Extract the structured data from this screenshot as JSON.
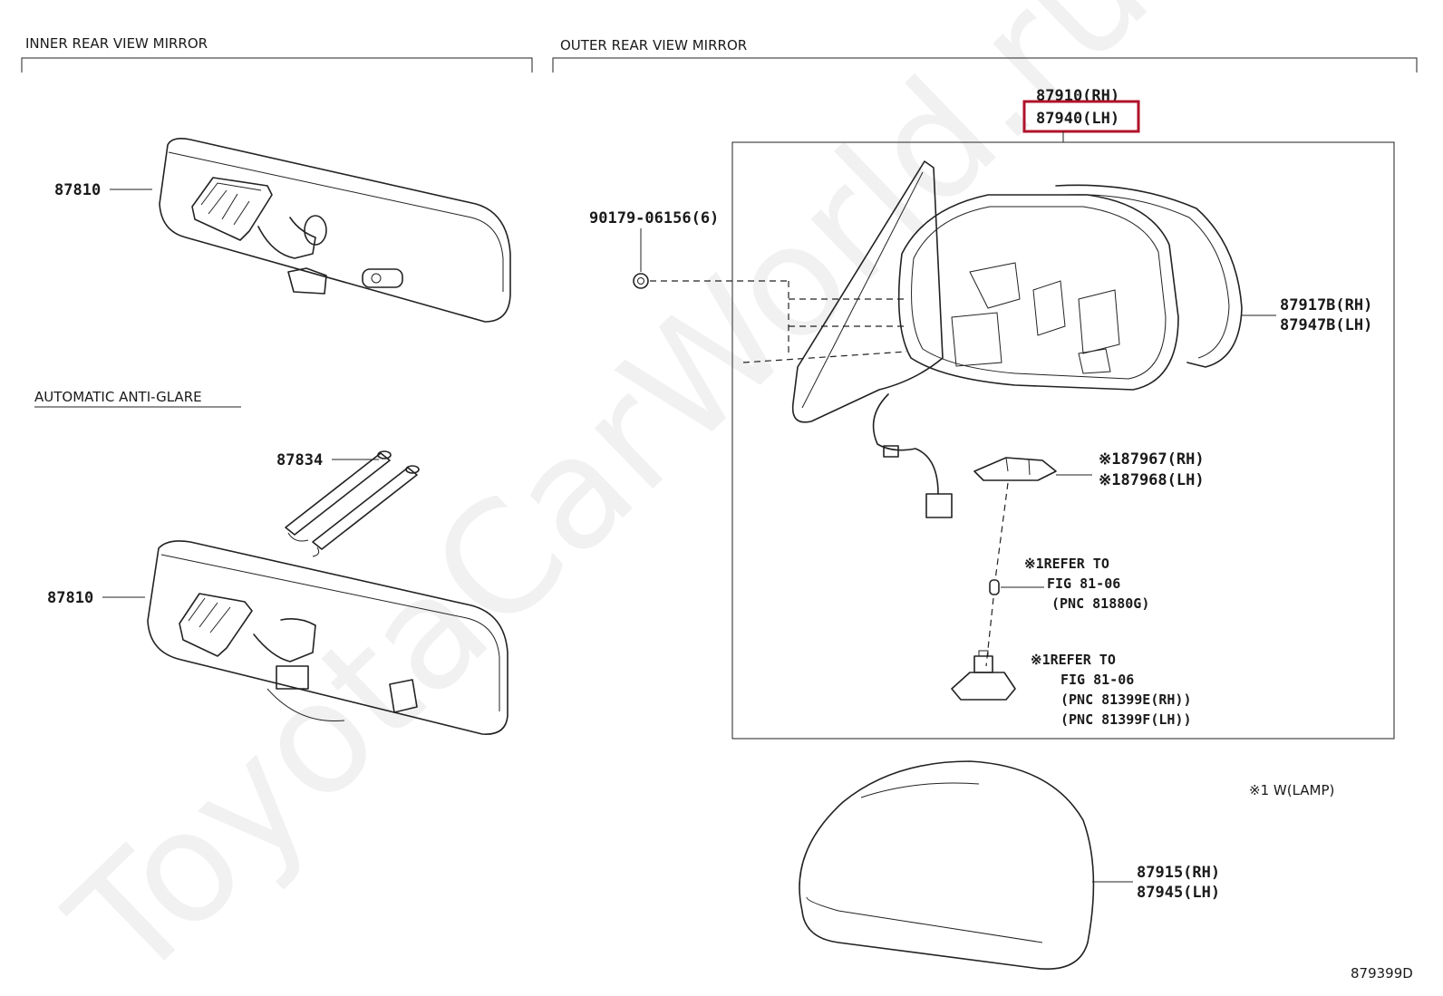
{
  "sections": {
    "inner": "INNER REAR VIEW MIRROR",
    "outer": "OUTER REAR VIEW MIRROR",
    "auto_anti_glare": "AUTOMATIC ANTI-GLARE"
  },
  "parts": {
    "inner_mirror_top": "87810",
    "inner_mirror_bottom": "87810",
    "wire_clip": "87834",
    "screw": "90179-06156(6)",
    "outer_mirror_rh": "87910(RH)",
    "outer_mirror_lh": "87940(LH)",
    "mirror_glass_rh": "87917B(RH)",
    "mirror_glass_lh": "87947B(LH)",
    "lamp_rh": "※187967(RH)",
    "lamp_lh": "※187968(LH)",
    "cover_rh": "87915(RH)",
    "cover_lh": "87945(LH)"
  },
  "refs": {
    "bulb": [
      "※1REFER TO",
      "FIG 81-06",
      "(PNC 81880G)"
    ],
    "socket": [
      "※1REFER TO",
      "FIG 81-06",
      "(PNC 81399E(RH))",
      "(PNC 81399F(LH))"
    ]
  },
  "footnote": "※1 W(LAMP)",
  "figure_code": "879399D",
  "watermark": "ToyotaCarWorld.ru",
  "highlight_color": "#b0122a"
}
